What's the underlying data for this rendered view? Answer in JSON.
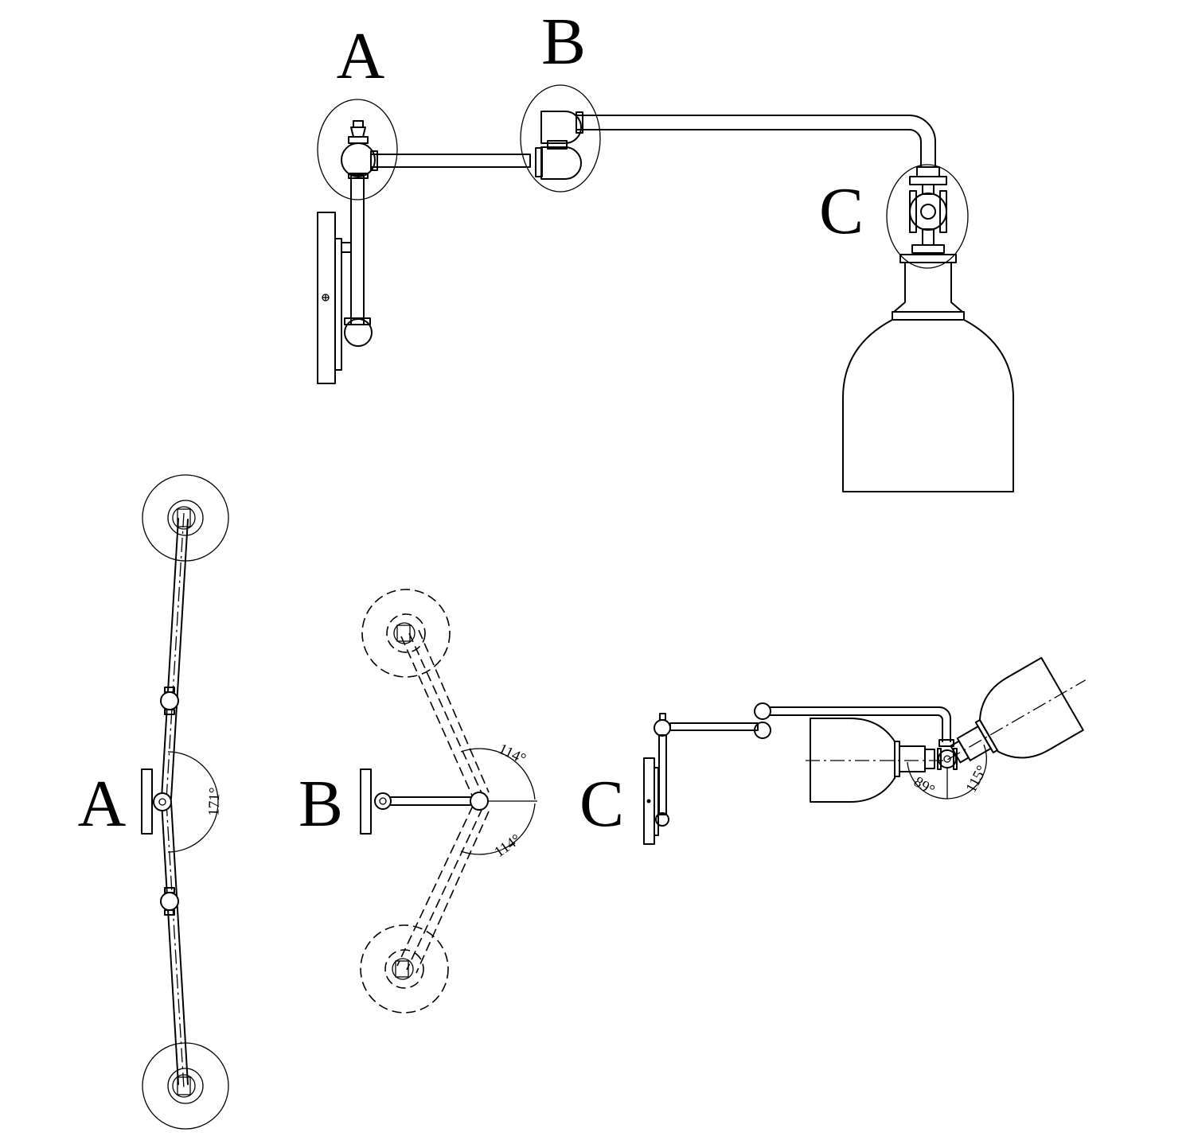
{
  "labels": {
    "top_a": "A",
    "top_b": "B",
    "top_c": "C",
    "view_a": "A",
    "view_b": "B",
    "view_c": "C"
  },
  "angles": {
    "a_swing": "171°",
    "b_up": "114°",
    "b_down": "114°",
    "c_down": "89°",
    "c_up": "115°"
  }
}
